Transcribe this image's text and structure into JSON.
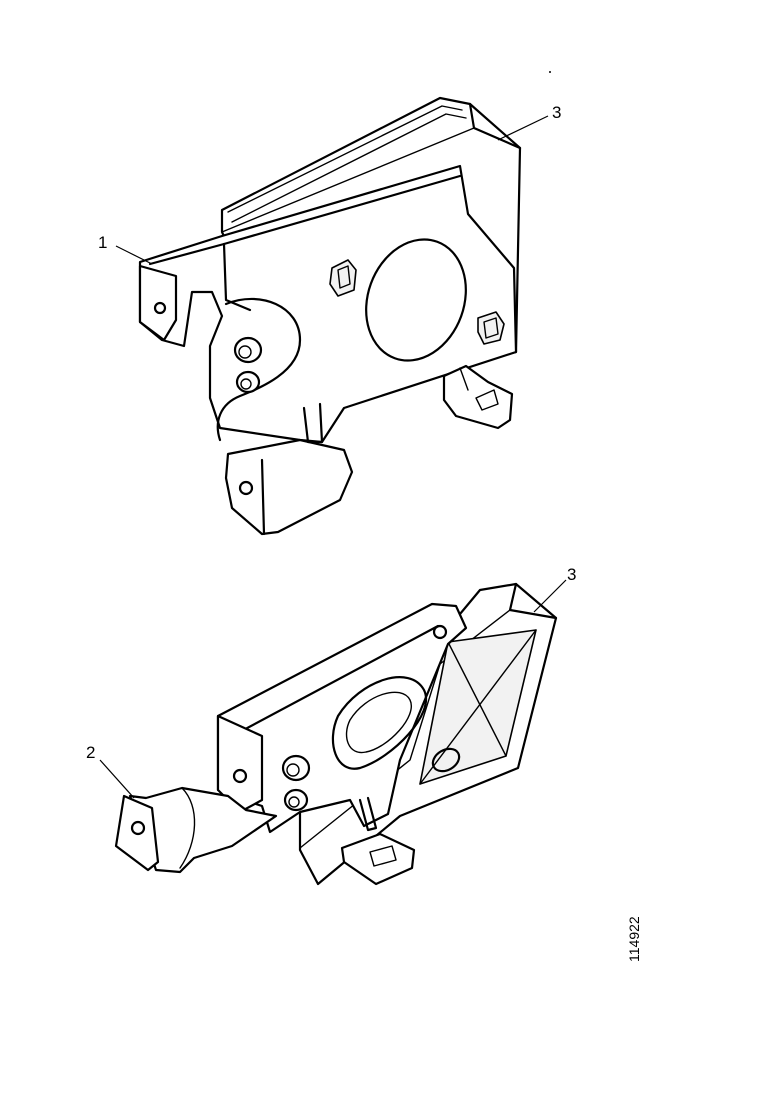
{
  "callouts": {
    "upper_bracket": "1",
    "lower_bracket": "2",
    "upper_unit": "3",
    "lower_unit": "3"
  },
  "figure_number": "114922"
}
